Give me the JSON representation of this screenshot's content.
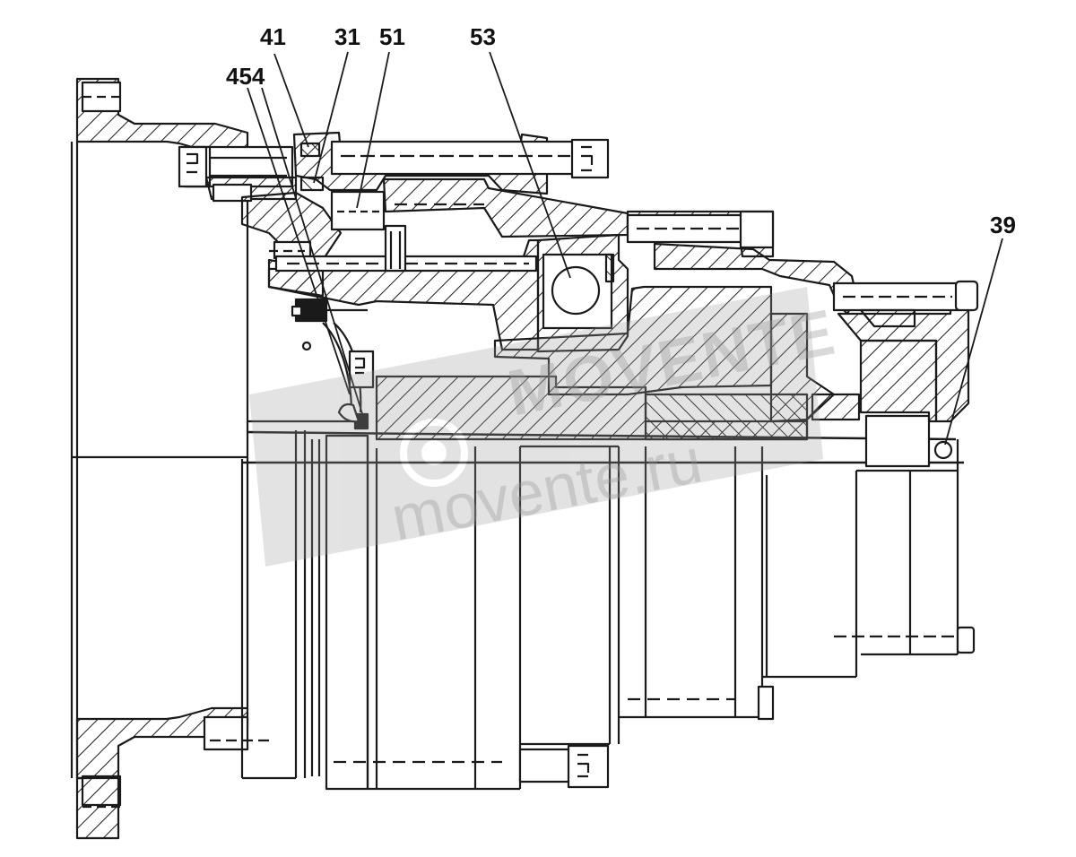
{
  "callouts": {
    "c41": "41",
    "c31": "31",
    "c51": "51",
    "c53": "53",
    "c454": "454",
    "c39": "39"
  },
  "watermark": {
    "brand": "MOVENTE",
    "url": "movente.ru"
  },
  "colors": {
    "line": "#1a1a1a",
    "hatch": "#1a1a1a",
    "background": "#ffffff",
    "watermark": "#9a9a9a"
  }
}
